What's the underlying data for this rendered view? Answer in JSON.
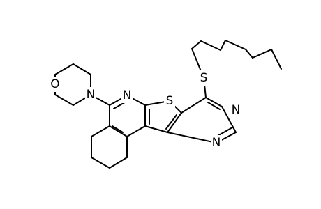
{
  "structure": {
    "colors": {
      "bond": "#000000",
      "label": "#000000",
      "background": "#ffffff"
    },
    "atom_labels": {
      "o_morpholine": "O",
      "n_morpholine": "N",
      "n_pyridine": "N",
      "s_thiophene": "S",
      "s_thioether": "S",
      "n_pyrimidine_top": "N",
      "n_pyrimidine_bottom": "N"
    }
  }
}
